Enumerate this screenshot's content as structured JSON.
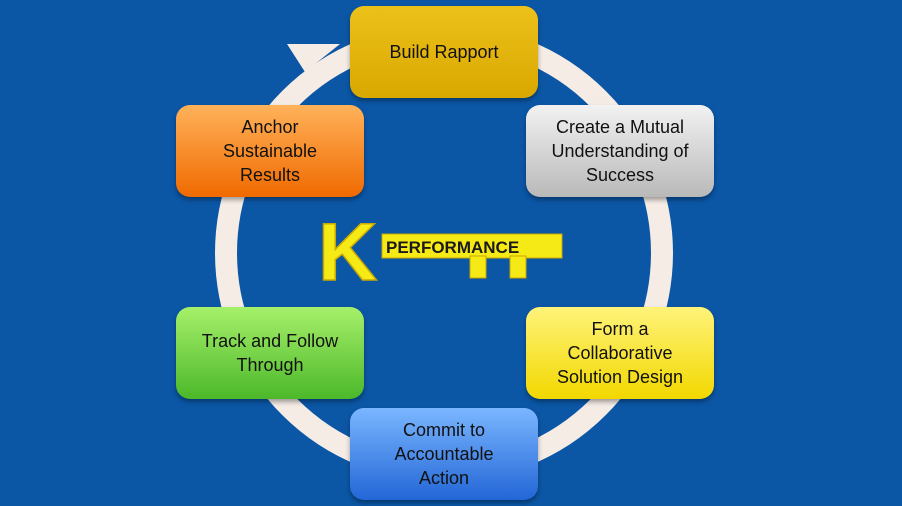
{
  "colors": {
    "background": "#0b57a6",
    "ring": "#f6ece6",
    "key": "#f5ea15",
    "key_outline": "#c9a800"
  },
  "center": {
    "key_letter": "K",
    "key_label": "PERFORMANCE"
  },
  "steps": [
    {
      "id": "build",
      "label": "Build Rapport",
      "color_top": "#ecc11a",
      "color_bottom": "#d9a800"
    },
    {
      "id": "mutual",
      "label": "Create a Mutual\nUnderstanding of\nSuccess",
      "color_top": "#f2f2f2",
      "color_bottom": "#b9b9b9"
    },
    {
      "id": "collab",
      "label": "Form a\nCollaborative\nSolution Design",
      "color_top": "#fff37a",
      "color_bottom": "#f2d800"
    },
    {
      "id": "commit",
      "label": "Commit to\nAccountable\nAction",
      "color_top": "#7ab6ff",
      "color_bottom": "#2366d6"
    },
    {
      "id": "track",
      "label": "Track and Follow\nThrough",
      "color_top": "#a6f06a",
      "color_bottom": "#4cb82a"
    },
    {
      "id": "anchor",
      "label": "Anchor\nSustainable\nResults",
      "color_top": "#ffb25a",
      "color_bottom": "#f06a00"
    }
  ]
}
